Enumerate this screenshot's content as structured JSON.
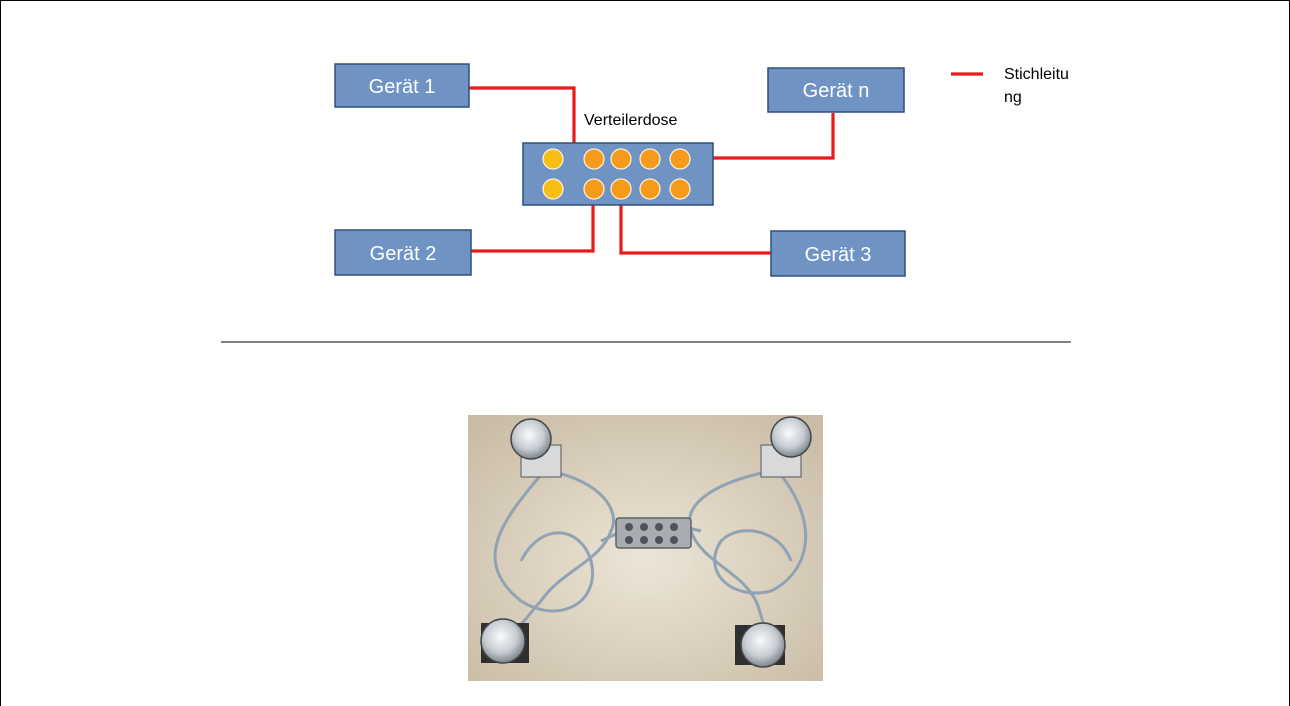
{
  "devices": {
    "d1": "Gerät 1",
    "d2": "Gerät 2",
    "d3": "Gerät 3",
    "dn": "Gerät n"
  },
  "hub": {
    "label": "Verteilerdose"
  },
  "legend": {
    "line1": "Stichleitu",
    "line2": "ng"
  },
  "colors": {
    "device_fill": "#6f94c4",
    "port_orange": "#f59a1a",
    "port_yellow": "#f7be13",
    "stub_line": "#e81b1b"
  },
  "photo": {
    "subject": "photograph of a distribution box with four cabled devices on a table"
  }
}
